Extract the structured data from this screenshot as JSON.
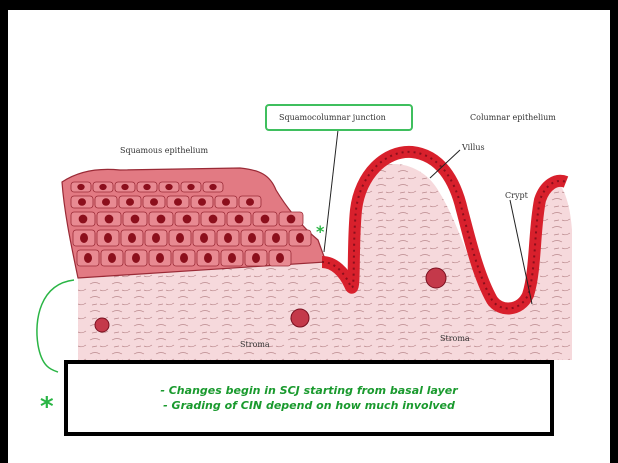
{
  "diagram": {
    "labels": {
      "scj": "Squamocolumnar junction",
      "columnar": "Columnar epithelium",
      "squamous": "Squamous epithelium",
      "villus": "Villus",
      "crypt": "Crypt",
      "stroma_left": "Stroma",
      "stroma_right": "Stroma"
    },
    "colors": {
      "highlight": "#3fbf5e",
      "cell": "#d94b57",
      "nucleus": "#8b0f1c",
      "stroma": "#f6d9dc"
    }
  },
  "note": {
    "line1": "- Changes begin in SCJ starting from basal layer",
    "line2": "- Grading of CIN depend on how much involved"
  },
  "marks": {
    "asterisk": "*",
    "star_small": "*"
  }
}
